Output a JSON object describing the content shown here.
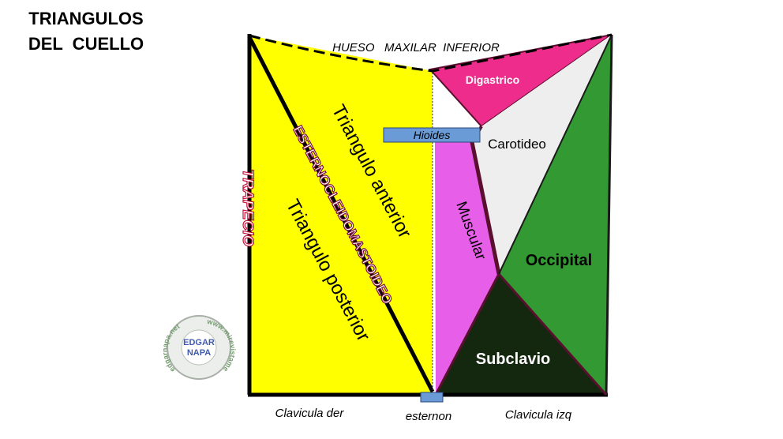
{
  "title": {
    "line1": "TRIANGULOS",
    "line2": "DEL  CUELLO"
  },
  "labels": {
    "hueso": "HUESO   MAXILAR  INFERIOR",
    "digastrico": "Digastrico",
    "hioides": "Hioides",
    "carotideo": "Carotideo",
    "muscular": "Muscular",
    "occipital": "Occipital",
    "subclavio": "Subclavio",
    "triangulo_anterior": "Triangulo anterior",
    "triangulo_posterior": "Triangulo posterior",
    "esternocleidomastoideo": "ESTERNOCLEIDOMASTOIDEO",
    "trapecio": "TRAPECIO",
    "clavicula_der": "Clavicula der",
    "esternon": "esternon",
    "clavicula_izq": "Clavicula izq"
  },
  "watermark": {
    "name_line1": "EDGAR",
    "name_line2": "NAPA",
    "url_left": "edgarnapa.net",
    "url_right": "www.mirevistamedica"
  },
  "colors": {
    "yellow": "#ffff00",
    "magenta_digastric": "#ee2c8c",
    "violet_muscular": "#e75ee8",
    "light_gray_carotid": "#efeeef",
    "green_occipital": "#339933",
    "dark_green_subclavian": "#14280f",
    "hyoid_blue": "#6b9bd6",
    "maroon_line": "#5a0f2e"
  }
}
